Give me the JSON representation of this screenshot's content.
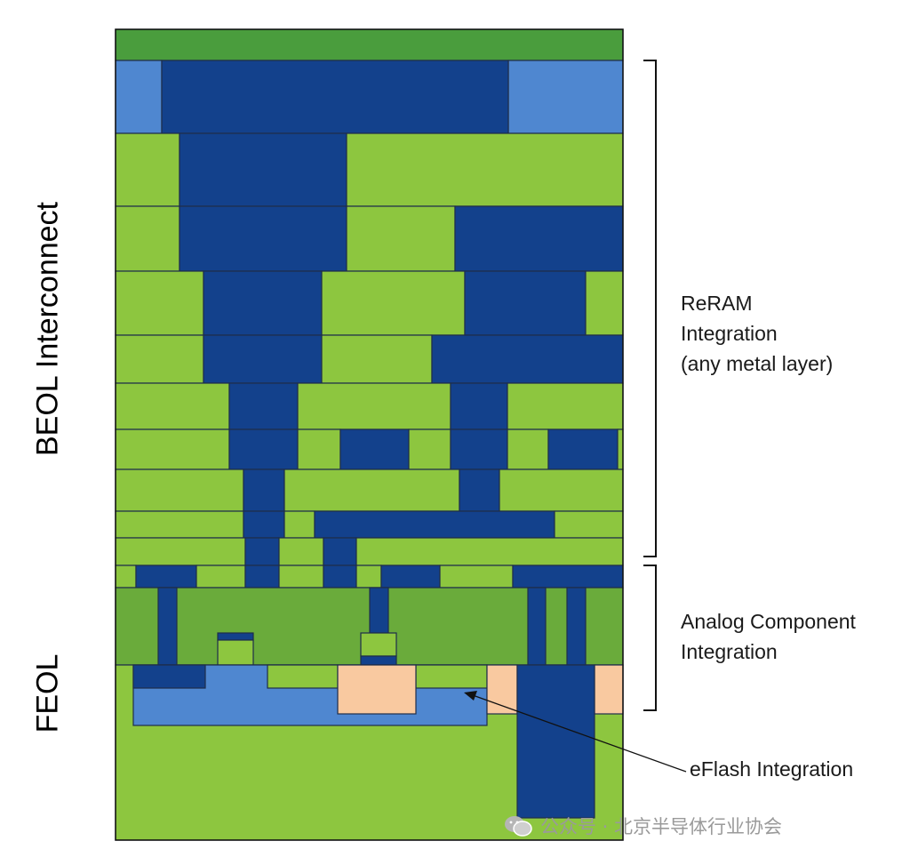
{
  "colors": {
    "light_green": "#8dc63f",
    "mid_green": "#6aab3b",
    "top_green": "#4a9d3d",
    "dark_blue": "#13418c",
    "light_blue": "#4f87d0",
    "peach": "#f9c9a0",
    "outline": "#1e2d4a"
  },
  "labels": {
    "beol": "BEOL Interconnect",
    "feol": "FEOL"
  },
  "annotations": {
    "reram_line1": "ReRAM",
    "reram_line2": "Integration",
    "reram_line3": "(any metal layer)",
    "analog_line1": "Analog Component",
    "analog_line2": "Integration",
    "eflash": "eFlash Integration"
  },
  "watermark": {
    "logo_icon": "wechat-icon",
    "text": "公众号 · 北京半导体行业协会"
  }
}
